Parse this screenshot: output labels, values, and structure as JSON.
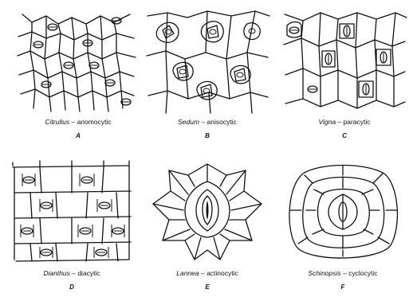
{
  "panels": [
    {
      "letter": "A",
      "genus": "Citrullus",
      "sep": " – ",
      "type": "anomocytic"
    },
    {
      "letter": "B",
      "genus": "Sedum",
      "sep": " – ",
      "type": "anisocytic"
    },
    {
      "letter": "C",
      "genus": "Vigna",
      "sep": " – ",
      "type": "paracytic"
    },
    {
      "letter": "D",
      "genus": "Dianthus",
      "sep": " – ",
      "type": "diacytic"
    },
    {
      "letter": "E",
      "genus": "Lannea",
      "sep": " – ",
      "type": "actinocytic"
    },
    {
      "letter": "F",
      "genus": "Schinopsis",
      "sep": " – ",
      "type": "cyclocytic"
    }
  ]
}
